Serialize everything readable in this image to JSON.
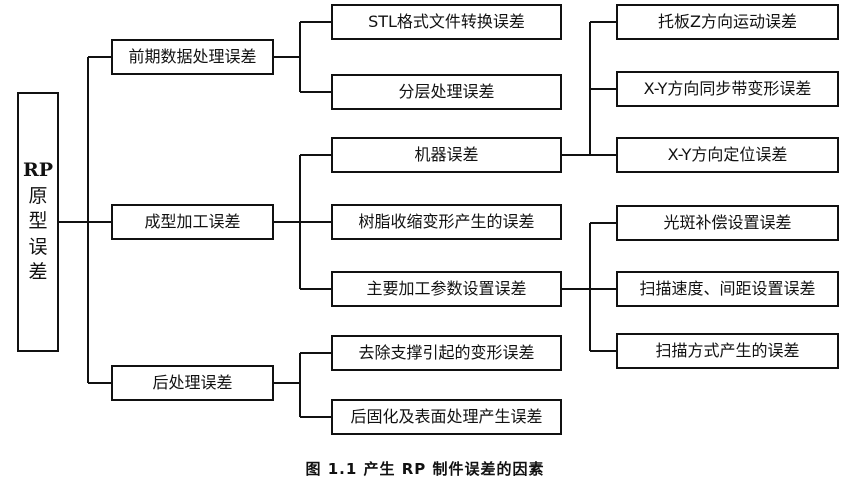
{
  "root": {
    "line1": "RP",
    "line2": "原",
    "line3": "型",
    "line4": "误",
    "line5": "差"
  },
  "level1": [
    {
      "label": "前期数据处理误差"
    },
    {
      "label": "成型加工误差"
    },
    {
      "label": "后处理误差"
    }
  ],
  "level2": [
    {
      "label": "STL格式文件转换误差"
    },
    {
      "label": "分层处理误差"
    },
    {
      "label": "机器误差"
    },
    {
      "label": "树脂收缩变形产生的误差"
    },
    {
      "label": "主要加工参数设置误差"
    },
    {
      "label": "去除支撑引起的变形误差"
    },
    {
      "label": "后固化及表面处理产生误差"
    }
  ],
  "level3": [
    {
      "label": "托板Z方向运动误差"
    },
    {
      "label": "X-Y方向同步带变形误差"
    },
    {
      "label": "X-Y方向定位误差"
    },
    {
      "label": "光斑补偿设置误差"
    },
    {
      "label": "扫描速度、间距设置误差"
    },
    {
      "label": "扫描方式产生的误差"
    }
  ],
  "caption": "图 1.1   产生 RP 制件误差的因素"
}
